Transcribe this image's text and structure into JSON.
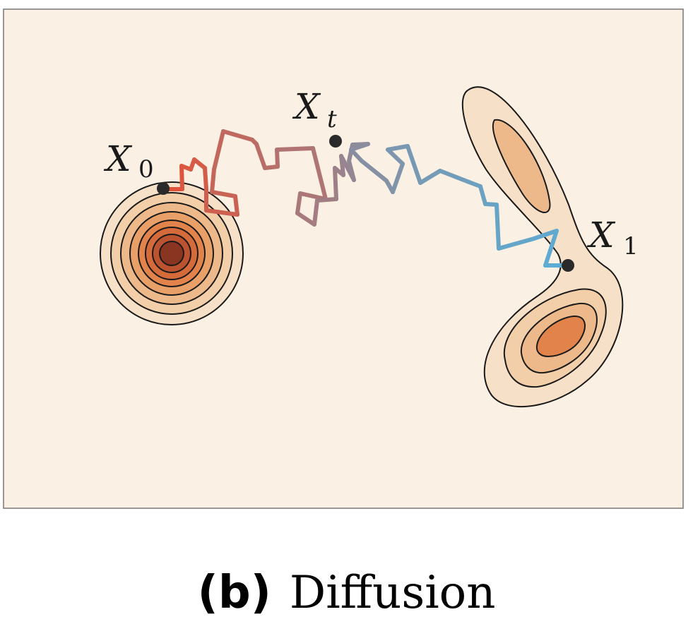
{
  "figure": {
    "background": "#faf0e4",
    "frame_color": "#777777",
    "contour_fills": [
      "#f6e0c8",
      "#f2cfa9",
      "#edb98a",
      "#e8a068",
      "#e2834b",
      "#d56a3a",
      "#bb5230",
      "#8a3422"
    ],
    "path_start_color": "#e0533a",
    "path_end_color": "#5cacd4",
    "points": {
      "x0": {
        "label": "X",
        "subscript": "0"
      },
      "xt": {
        "label": "X",
        "subscript": "t"
      },
      "x1": {
        "label": "X",
        "subscript": "1"
      }
    }
  },
  "caption": {
    "tag": "(b)",
    "title": "Diffusion"
  }
}
